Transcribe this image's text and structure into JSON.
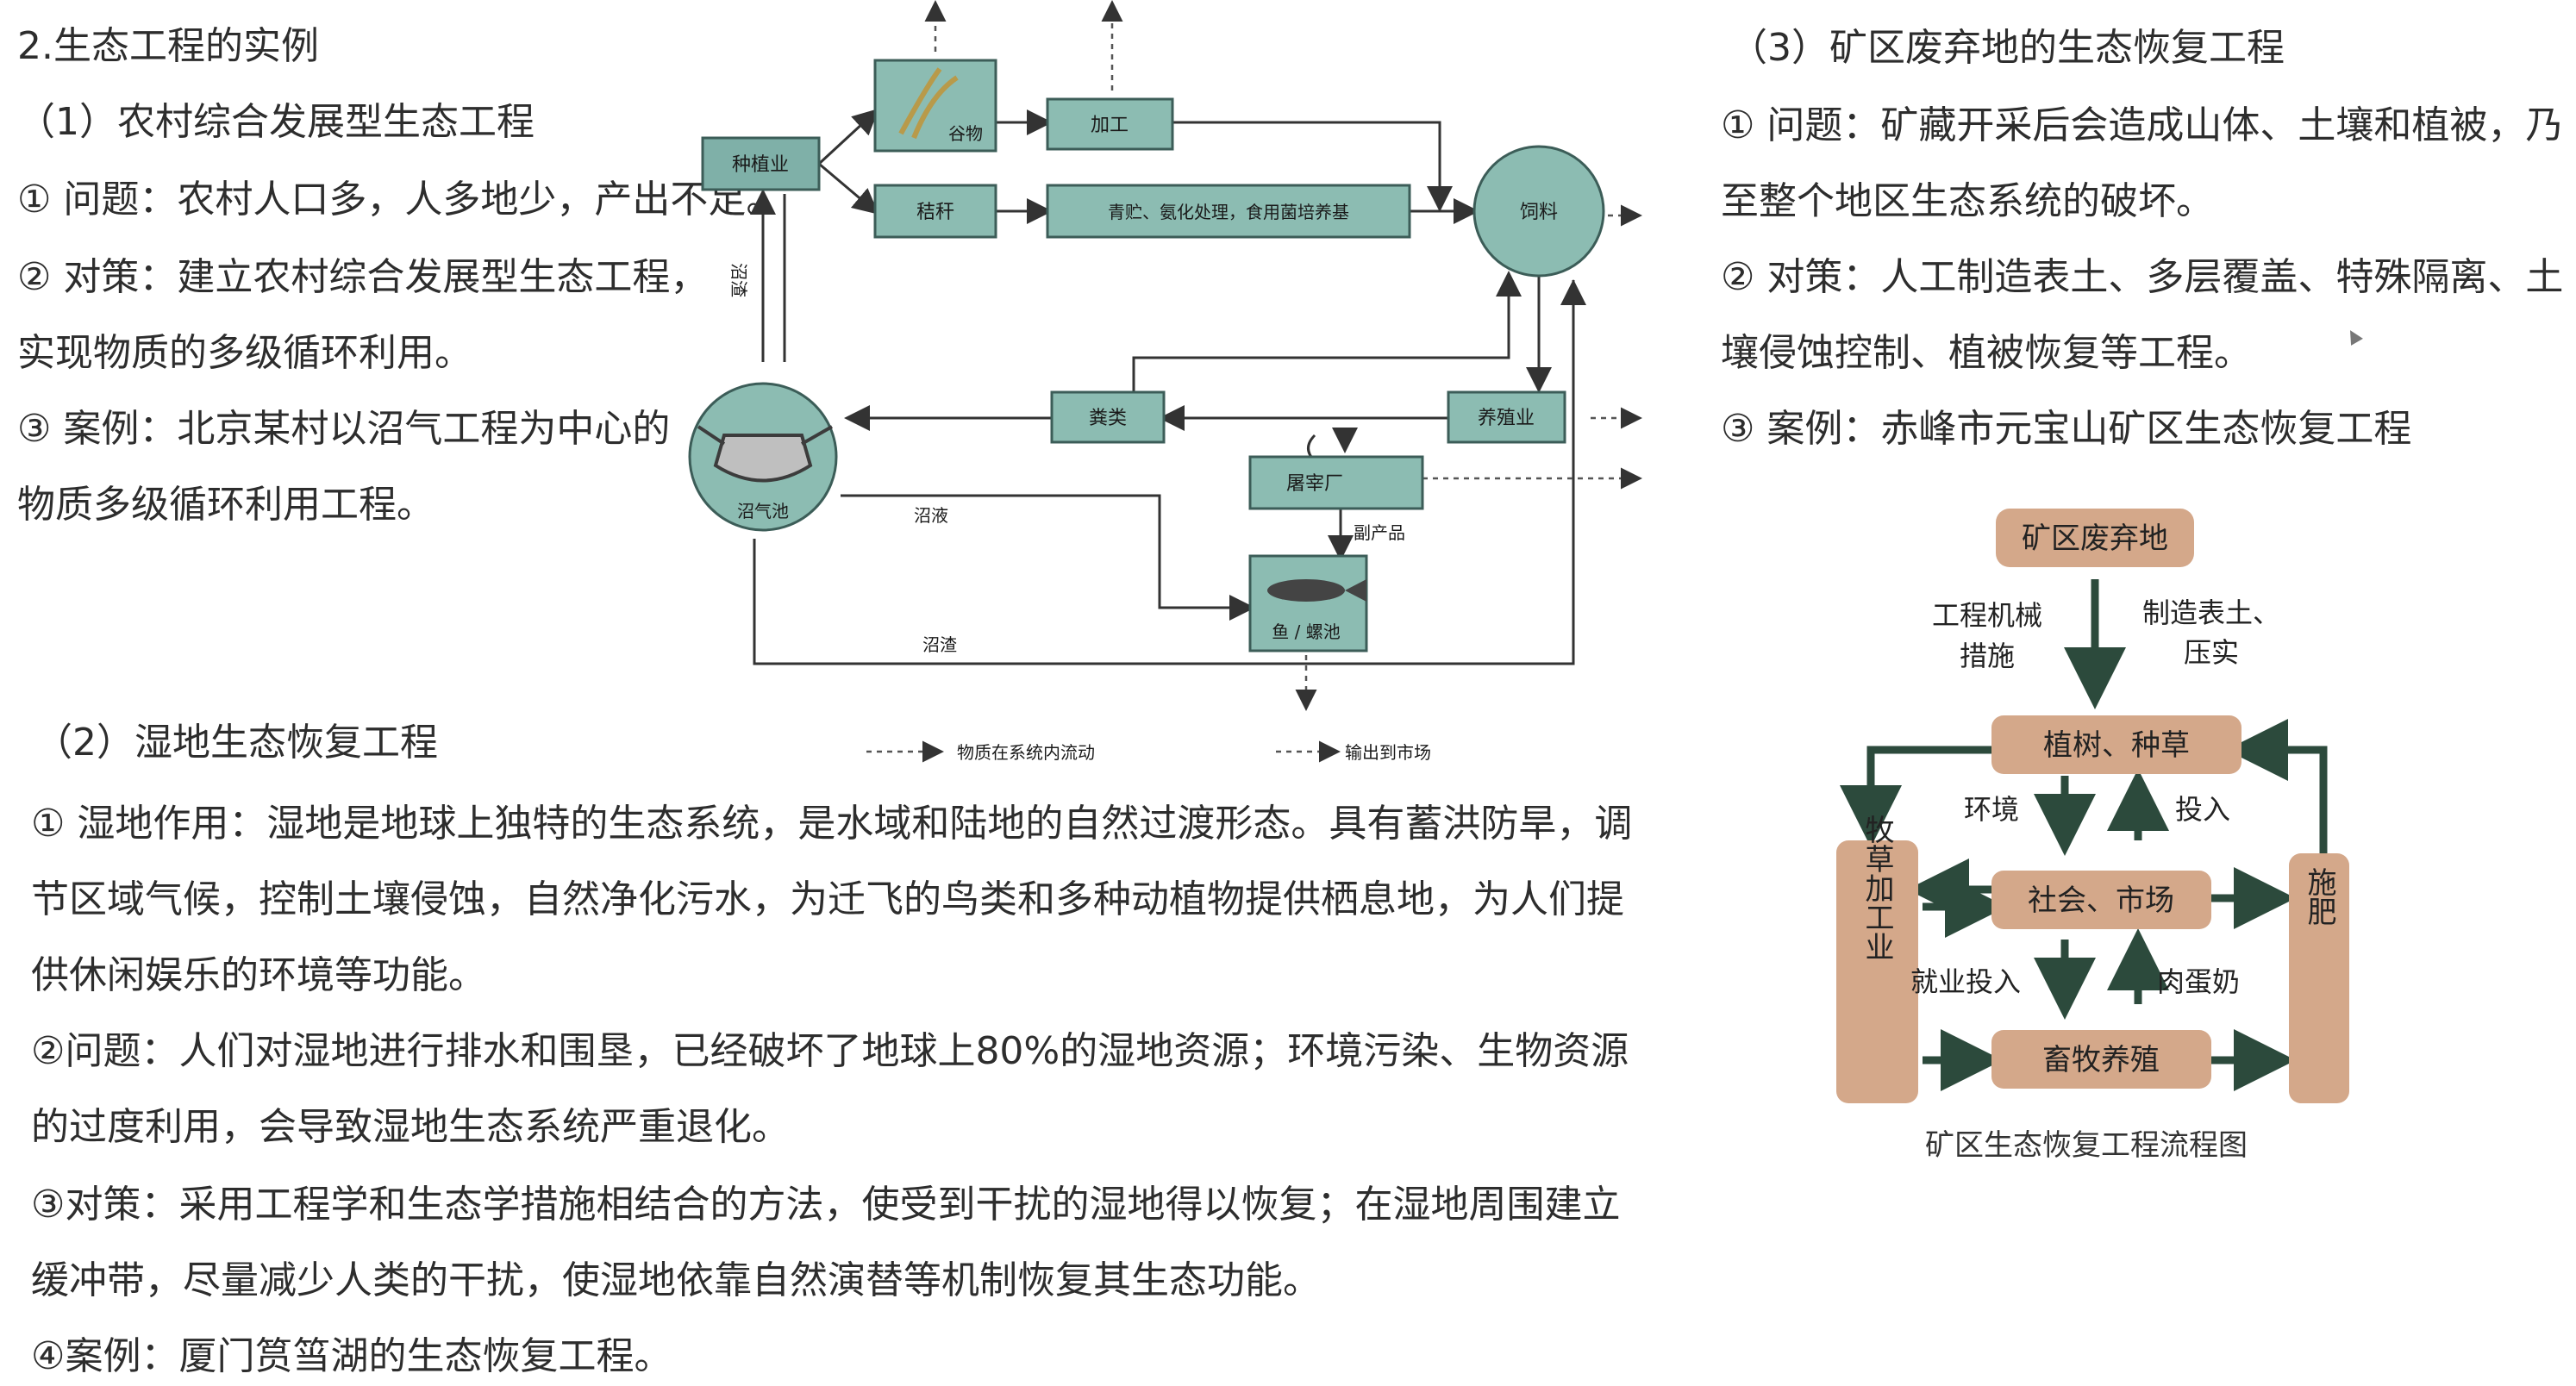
{
  "s2": {
    "title": "2.生态工程的实例",
    "sub1": "（1）农村综合发展型生态工程",
    "p1": "① 问题：农村人口多，人多地少，产出不足。",
    "p2a": "② 对策：建立农村综合发展型生态工程，",
    "p2b": "实现物质的多级循环利用。",
    "p3a": "③ 案例：北京某村以沼气工程为中心的",
    "p3b": "物质多级循环利用工程。"
  },
  "rural_diagram": {
    "crop": "种植业",
    "grain": "谷物",
    "process": "加工",
    "straw": "秸秆",
    "silage": "青贮、氨化处理，食用菌培养基",
    "feed": "饲料",
    "biogas_residue_v": "沼渣",
    "biogas_pool": "沼气池",
    "manure": "粪类",
    "livestock": "养殖业",
    "slaughter": "屠宰厂",
    "biogas_liquid": "沼液",
    "byproduct": "副产品",
    "fish": "鱼 / 螺池",
    "biogas_residue_h": "沼渣",
    "legend_flow": "物质在系统内流动",
    "legend_market": "输出到市场"
  },
  "s3": {
    "title": "（3）矿区废弃地的生态恢复工程",
    "p1a": "① 问题：矿藏开采后会造成山体、土壤和植被，乃",
    "p1b": "至整个地区生态系统的破坏。",
    "p2a": "② 对策：人工制造表土、多层覆盖、特殊隔离、土",
    "p2b": "壤侵蚀控制、植被恢复等工程。",
    "p3": "③ 案例：赤峰市元宝山矿区生态恢复工程"
  },
  "mine_diagram": {
    "top": "矿区废弃地",
    "left_label_1": "工程机械",
    "left_label_2": "措施",
    "right_label_1": "制造表土、",
    "right_label_2": "压实",
    "plant": "植树、种草",
    "env": "环境",
    "input": "投入",
    "market": "社会、市场",
    "left_col": "牧草加工业",
    "right_col": "施肥",
    "jobs": "就业投入",
    "meat": "肉蛋奶",
    "herd": "畜牧养殖",
    "caption": "矿区生态恢复工程流程图"
  },
  "s_wetland": {
    "title": "（2）湿地生态恢复工程",
    "p1a": "① 湿地作用：湿地是地球上独特的生态系统，是水域和陆地的自然过渡形态。具有蓄洪防旱，调",
    "p1b": "节区域气候，控制土壤侵蚀，自然净化污水，为迁飞的鸟类和多种动植物提供栖息地，为人们提",
    "p1c": "供休闲娱乐的环境等功能。",
    "p2a": "②问题：人们对湿地进行排水和围垦，已经破坏了地球上80%的湿地资源；环境污染、生物资源",
    "p2b": "的过度利用，会导致湿地生态系统严重退化。",
    "p3a": "③对策：采用工程学和生态学措施相结合的方法，使受到干扰的湿地得以恢复；在湿地周围建立",
    "p3b": "缓冲带，尽量减少人类的干扰，使湿地依靠自然演替等机制恢复其生态功能。",
    "p4": "④案例：厦门筼筜湖的生态恢复工程。"
  }
}
